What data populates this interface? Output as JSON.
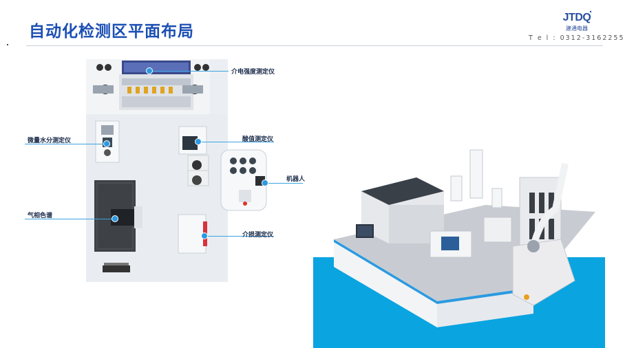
{
  "title": "自动化检测区平面布局",
  "logo": {
    "text": "JTDQ",
    "subtitle": "建通电器"
  },
  "tel": {
    "label": "T e l :",
    "number": "0312-3162255"
  },
  "floorplan": {
    "labels": [
      {
        "id": "dielectric",
        "text": "介电强度测定仪"
      },
      {
        "id": "moisture",
        "text": "微量水分测定仪"
      },
      {
        "id": "acid",
        "text": "酸值测定仪"
      },
      {
        "id": "robot",
        "text": "机器人"
      },
      {
        "id": "gc",
        "text": "气相色谱"
      },
      {
        "id": "interfacial",
        "text": "介损测定仪"
      }
    ]
  },
  "colors": {
    "title": "#1b4fb3",
    "accent": "#2a9ae0",
    "floor": "#0aa4e0",
    "bench": "#f5f6f7"
  }
}
